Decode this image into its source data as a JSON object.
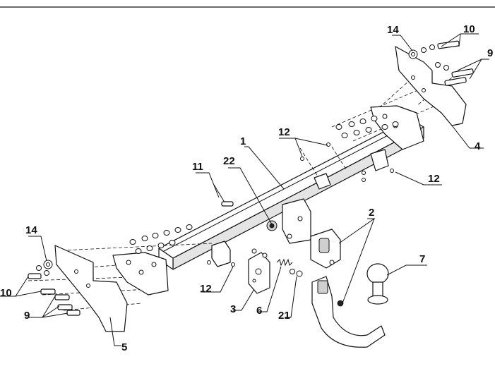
{
  "labels": {
    "p1": "1",
    "p2": "2",
    "p3": "3",
    "p4": "4",
    "p5": "5",
    "p6": "6",
    "p7": "7",
    "p9_left": "9",
    "p9_right": "9",
    "p10_left": "10",
    "p10_right": "10",
    "p11": "11",
    "p12_a": "12",
    "p12_b": "12",
    "p12_c": "12",
    "p14_left": "14",
    "p14_right": "14",
    "p21": "21",
    "p22": "22"
  }
}
